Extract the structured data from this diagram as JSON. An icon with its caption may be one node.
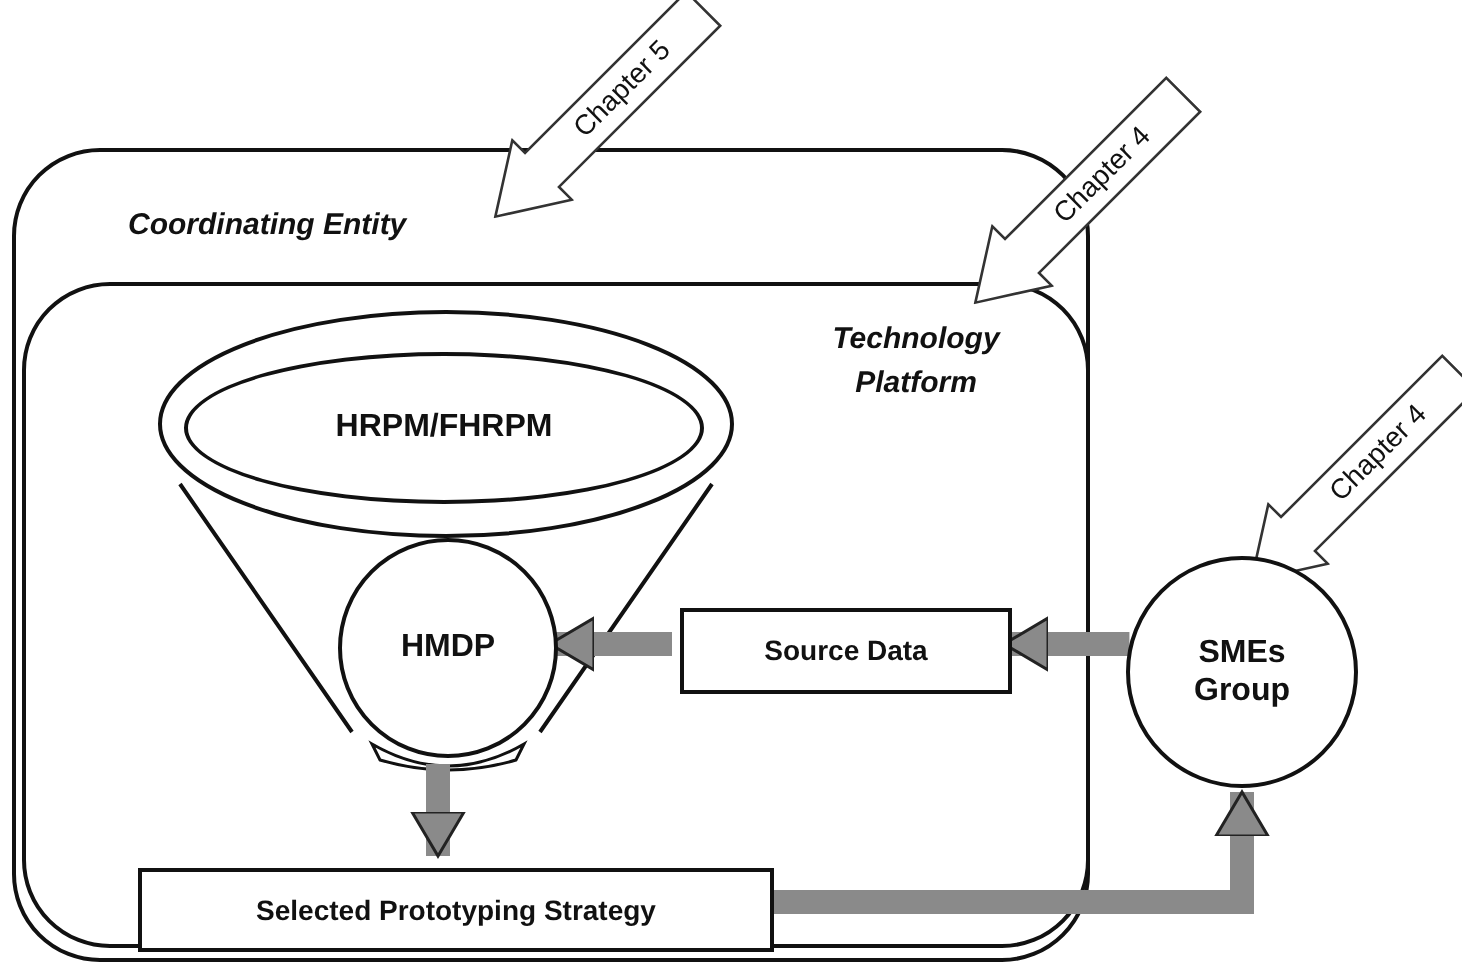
{
  "diagram": {
    "nodes": [
      {
        "text": [
          "Coordinating Entity"
        ]
      },
      {
        "text": [
          "Technology Platform"
        ],
        "in": 0
      },
      {
        "text": [],
        "shape": "funnel",
        "in": 1
      },
      {
        "text": [
          "HRPM/FHRPM"
        ],
        "in": 2
      },
      {
        "text": [
          "HMDP"
        ],
        "in": 2
      },
      {
        "text": [
          "Source Data"
        ],
        "in": 1
      },
      {
        "text": [
          "Selected Prototyping Strategy"
        ],
        "in": 1
      },
      {
        "text": [
          "SMEs Group"
        ]
      },
      {
        "text": [
          "Chapter 5"
        ]
      },
      {
        "text": [
          "Chapter 4"
        ]
      },
      {
        "text": [
          "Chapter 4"
        ]
      }
    ],
    "edges": [
      {
        "from": 7,
        "to": 5,
        "arrow": "to"
      },
      {
        "from": 5,
        "to": 4,
        "arrow": "to"
      },
      {
        "from": 2,
        "to": 6,
        "arrow": "to"
      },
      {
        "from": 6,
        "to": 7,
        "arrow": "to"
      }
    ]
  }
}
